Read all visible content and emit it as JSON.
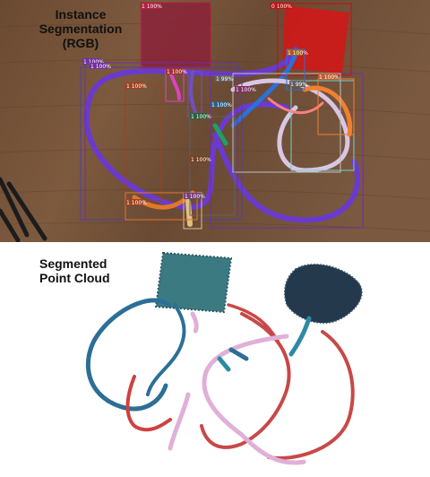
{
  "top_panel": {
    "caption_line1": "Instance",
    "caption_line2": "Segmentation",
    "caption_line3": "(RGB)",
    "detections": [
      {
        "label": "1 100%",
        "color": "#b02040"
      },
      {
        "label": "0 100%",
        "color": "#c01010"
      },
      {
        "label": "1 100%",
        "color": "#7030a0"
      },
      {
        "label": "1 100%",
        "color": "#7030a0"
      },
      {
        "label": "1 100%",
        "color": "#a04020"
      },
      {
        "label": "1 100%",
        "color": "#a04020"
      },
      {
        "label": "1 99%",
        "color": "#606060"
      },
      {
        "label": "1 99%",
        "color": "#606060"
      },
      {
        "label": "1 100%",
        "color": "#c06030"
      },
      {
        "label": "1 100%",
        "color": "#803060"
      },
      {
        "label": "1 100%",
        "color": "#2a6040"
      },
      {
        "label": "1 100%",
        "color": "#306080"
      },
      {
        "label": "1 100%",
        "color": "#704020"
      },
      {
        "label": "1 100%",
        "color": "#a03030"
      },
      {
        "label": "1 100%",
        "color": "#704080"
      },
      {
        "label": "1 100%",
        "color": "#a06020"
      }
    ]
  },
  "bottom_panel": {
    "caption_line1": "Segmented",
    "caption_line2": "Point Cloud"
  }
}
